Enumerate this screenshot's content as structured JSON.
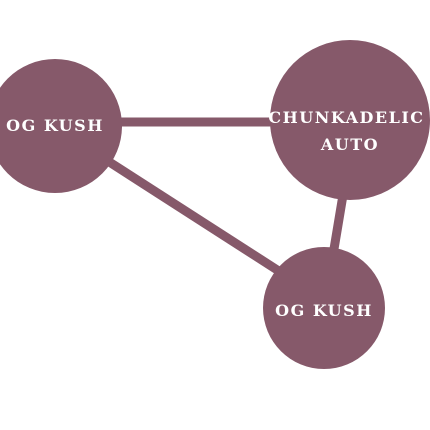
{
  "colors": {
    "node_fill": "#86596a",
    "edge_stroke": "#86596a",
    "label_text": "#ffffff",
    "background": "#ffffff"
  },
  "nodes": [
    {
      "id": "left",
      "lines": [
        "OG KUSH"
      ]
    },
    {
      "id": "top-right",
      "lines": [
        "CHUNKADELIC",
        "AUTO"
      ]
    },
    {
      "id": "bottom",
      "lines": [
        "OG KUSH"
      ]
    }
  ],
  "edges": [
    {
      "from": "left",
      "to": "top-right"
    },
    {
      "from": "left",
      "to": "bottom"
    },
    {
      "from": "top-right",
      "to": "bottom"
    }
  ]
}
